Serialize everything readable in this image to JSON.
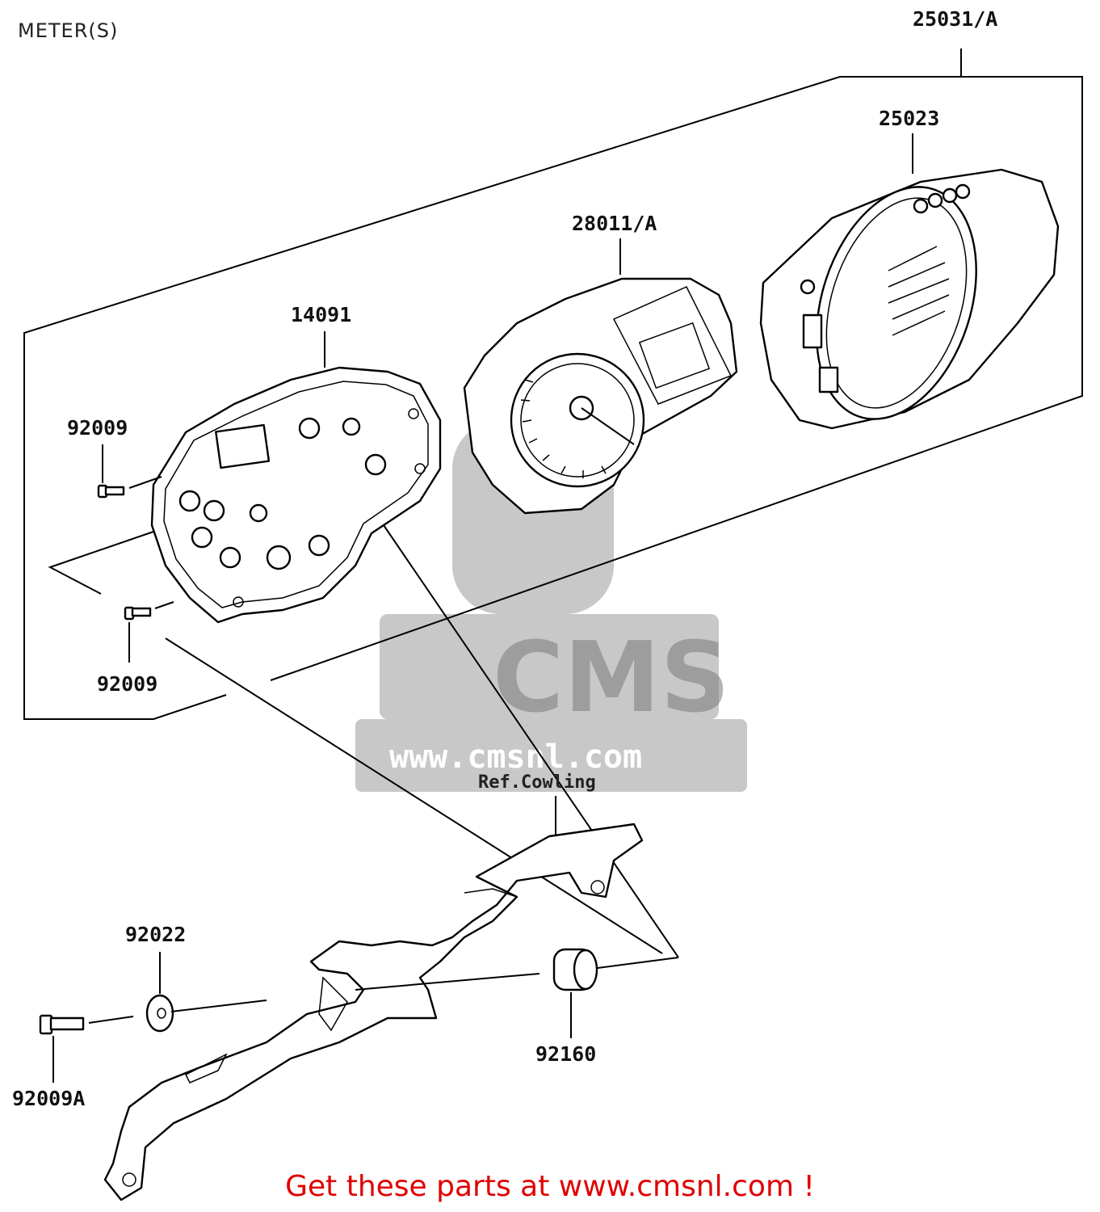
{
  "page_title": "METER(S)",
  "watermark": {
    "logo_text": "CMS",
    "url": "www.cmsnl.com"
  },
  "reference_note": "Ref.Cowling",
  "parts": {
    "meter_assy": "25031/A",
    "case": "25023",
    "meter_unit": "28011/A",
    "cover": "14091",
    "screw_upper": "92009",
    "screw_lower": "92009",
    "washer": "92022",
    "bolt": "92009A",
    "grommet": "92160"
  },
  "call_to_action": "Get these parts at www.cmsnl.com !",
  "colors": {
    "cta": "#e00000",
    "line": "#000000",
    "watermark": "#9a9a9a"
  }
}
